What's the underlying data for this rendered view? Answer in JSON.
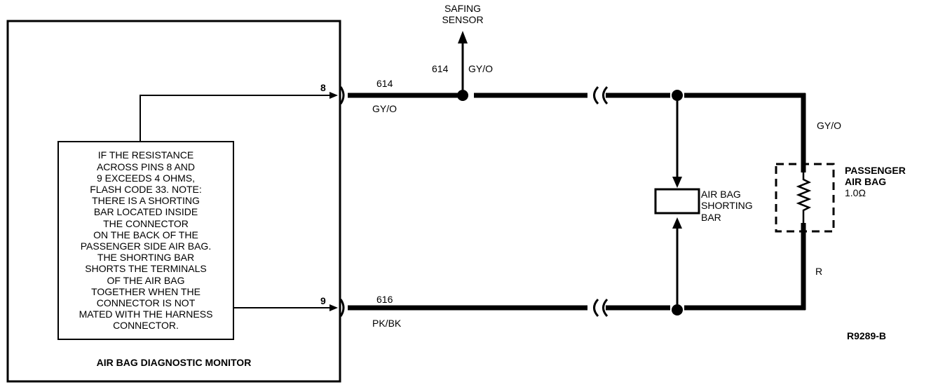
{
  "monitor": {
    "title": "AIR BAG DIAGNOSTIC MONITOR",
    "pin_upper": "8",
    "pin_lower": "9",
    "note": "IF THE RESISTANCE\nACROSS PINS 8 AND\n9 EXCEEDS 4 OHMS,\nFLASH CODE 33. NOTE:\nTHERE IS A SHORTING\nBAR LOCATED INSIDE\nTHE CONNECTOR\nON THE BACK OF THE\nPASSENGER SIDE AIR BAG.\nTHE SHORTING BAR\nSHORTS THE TERMINALS\nOF THE AIR BAG\nTOGETHER WHEN THE\nCONNECTOR IS NOT\nMATED WITH THE HARNESS\nCONNECTOR."
  },
  "safing_sensor": {
    "label_line1": "SAFING",
    "label_line2": "SENSOR",
    "circuit": "614",
    "color": "GY/O"
  },
  "upper_wire": {
    "circuit": "614",
    "color": "GY/O"
  },
  "lower_wire": {
    "circuit": "616",
    "color": "PK/BK"
  },
  "right_upper_color": "GY/O",
  "right_lower_color": "R",
  "shorting_bar": {
    "line1": "AIR BAG",
    "line2": "SHORTING",
    "line3": "BAR"
  },
  "passenger_airbag": {
    "line1": "PASSENGER",
    "line2": "AIR BAG",
    "value": "1.0Ω"
  },
  "figure_id": "R9289-B"
}
